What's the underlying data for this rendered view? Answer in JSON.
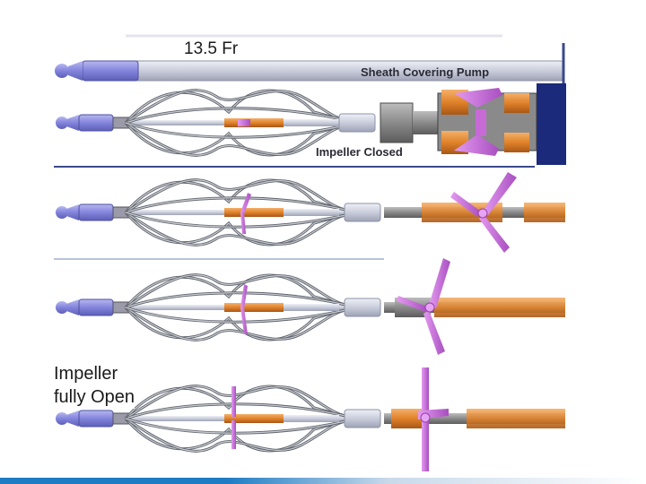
{
  "labels": {
    "sheath_size": "13.5 Fr",
    "sheath_caption": "Sheath Covering Pump",
    "impeller_closed": "Impeller Closed",
    "impeller_open_line1": "Impeller",
    "impeller_open_line2": "fully Open"
  },
  "stages": [
    {
      "name": "sheath-covering-pump"
    },
    {
      "name": "impeller-closed"
    },
    {
      "name": "impeller-partially-open"
    },
    {
      "name": "impeller-mostly-open"
    },
    {
      "name": "impeller-fully-open"
    }
  ],
  "colors": {
    "tip": "#7f7fd6",
    "sheath": "#c5c9d8",
    "cage_wire": "#7b7f86",
    "impeller": "#c76ad6",
    "hub_orange": "#e1852d",
    "housing_gray": "#8f8f8f",
    "divider": "#3a4a8c",
    "navy_block": "#1b2a7a",
    "bottom_bar": "#1d7cc4"
  }
}
